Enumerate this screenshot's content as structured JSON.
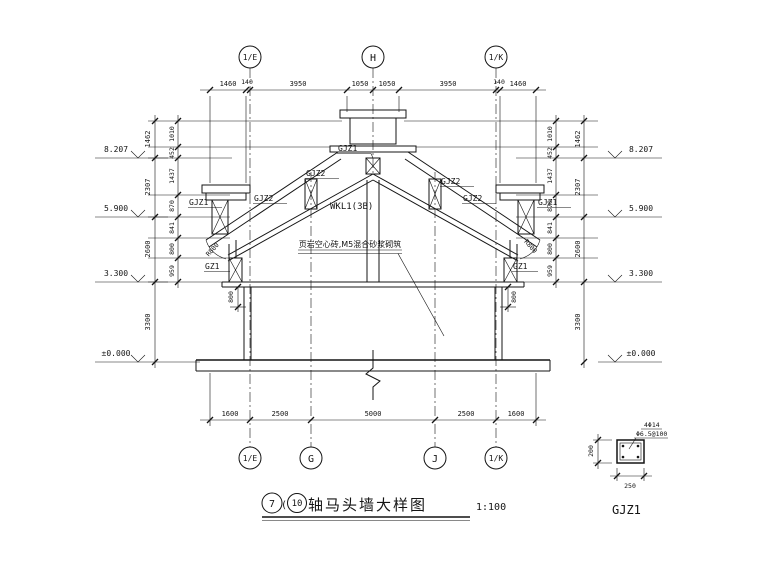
{
  "page": {
    "bg": "#ffffff",
    "ink": "#141414"
  },
  "axes": {
    "top": [
      "1/E",
      "H",
      "1/K"
    ],
    "bottom": [
      "1/E",
      "G",
      "J",
      "1/K"
    ]
  },
  "dimensions": {
    "top_chain": [
      "1460",
      "140",
      "3950",
      "1050",
      "1050",
      "3950",
      "140",
      "1460"
    ],
    "bottom_chain": [
      "1600",
      "2500",
      "5000",
      "2500",
      "1600"
    ],
    "left_outer": [
      "1462",
      "2307",
      "2600",
      "3300"
    ],
    "left_inner": [
      "1010",
      "452",
      "1437",
      "870",
      "841",
      "800",
      "959"
    ],
    "right_outer": [
      "1462",
      "2307",
      "2600",
      "3300"
    ],
    "right_inner": [
      "1010",
      "452",
      "1437",
      "870",
      "841",
      "800",
      "959"
    ],
    "wall_left": "800",
    "wall_right": "800"
  },
  "elevations": {
    "left": [
      "8.207",
      "5.900",
      "3.300",
      "±0.000"
    ],
    "right": [
      "8.207",
      "5.900",
      "3.300",
      "±0.000"
    ]
  },
  "labels": {
    "ridge_gjz": "GJZ1",
    "slope_gjz_ul": "GJZ2",
    "slope_gjz_ll": "GJZ2",
    "slope_gjz_ur": "GJZ2",
    "slope_gjz_lr": "GJZ2",
    "eave_gjz_l": "GJZ1",
    "eave_gjz_r": "GJZ1",
    "gz_l": "GZ1",
    "gz_r": "GZ1",
    "r_l": "R800",
    "r_r": "R800",
    "beam": "WKL1(3B)",
    "note": "页岩空心砖,M5混合砂浆砌筑"
  },
  "title": {
    "axis_from": "7",
    "bracket": "(",
    "axis_to": "10",
    "text": "轴马头墙大样图",
    "scale": "1:100"
  },
  "detail": {
    "label": "GJZ1",
    "width": "250",
    "height": "200",
    "rebar_main": "4Φ14",
    "rebar_stirrup": "Φ6.5@100"
  }
}
